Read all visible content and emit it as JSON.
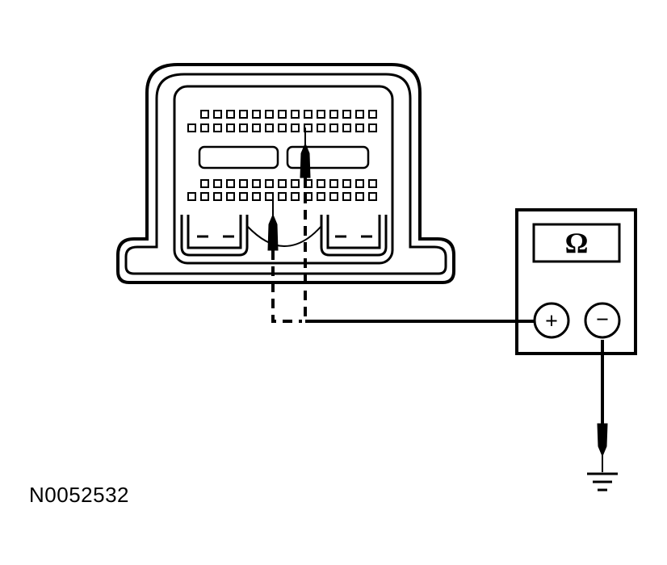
{
  "figure_id": "N0052532",
  "meter": {
    "display_symbol": "Ω",
    "positive_terminal": "+",
    "negative_terminal": "−"
  },
  "connector": {
    "upper_row1_pins": 14,
    "upper_row2_pins": 15,
    "lower_row1_pins": 14,
    "lower_row2_pins": 15
  },
  "colors": {
    "line": "#000000",
    "background": "#ffffff"
  }
}
